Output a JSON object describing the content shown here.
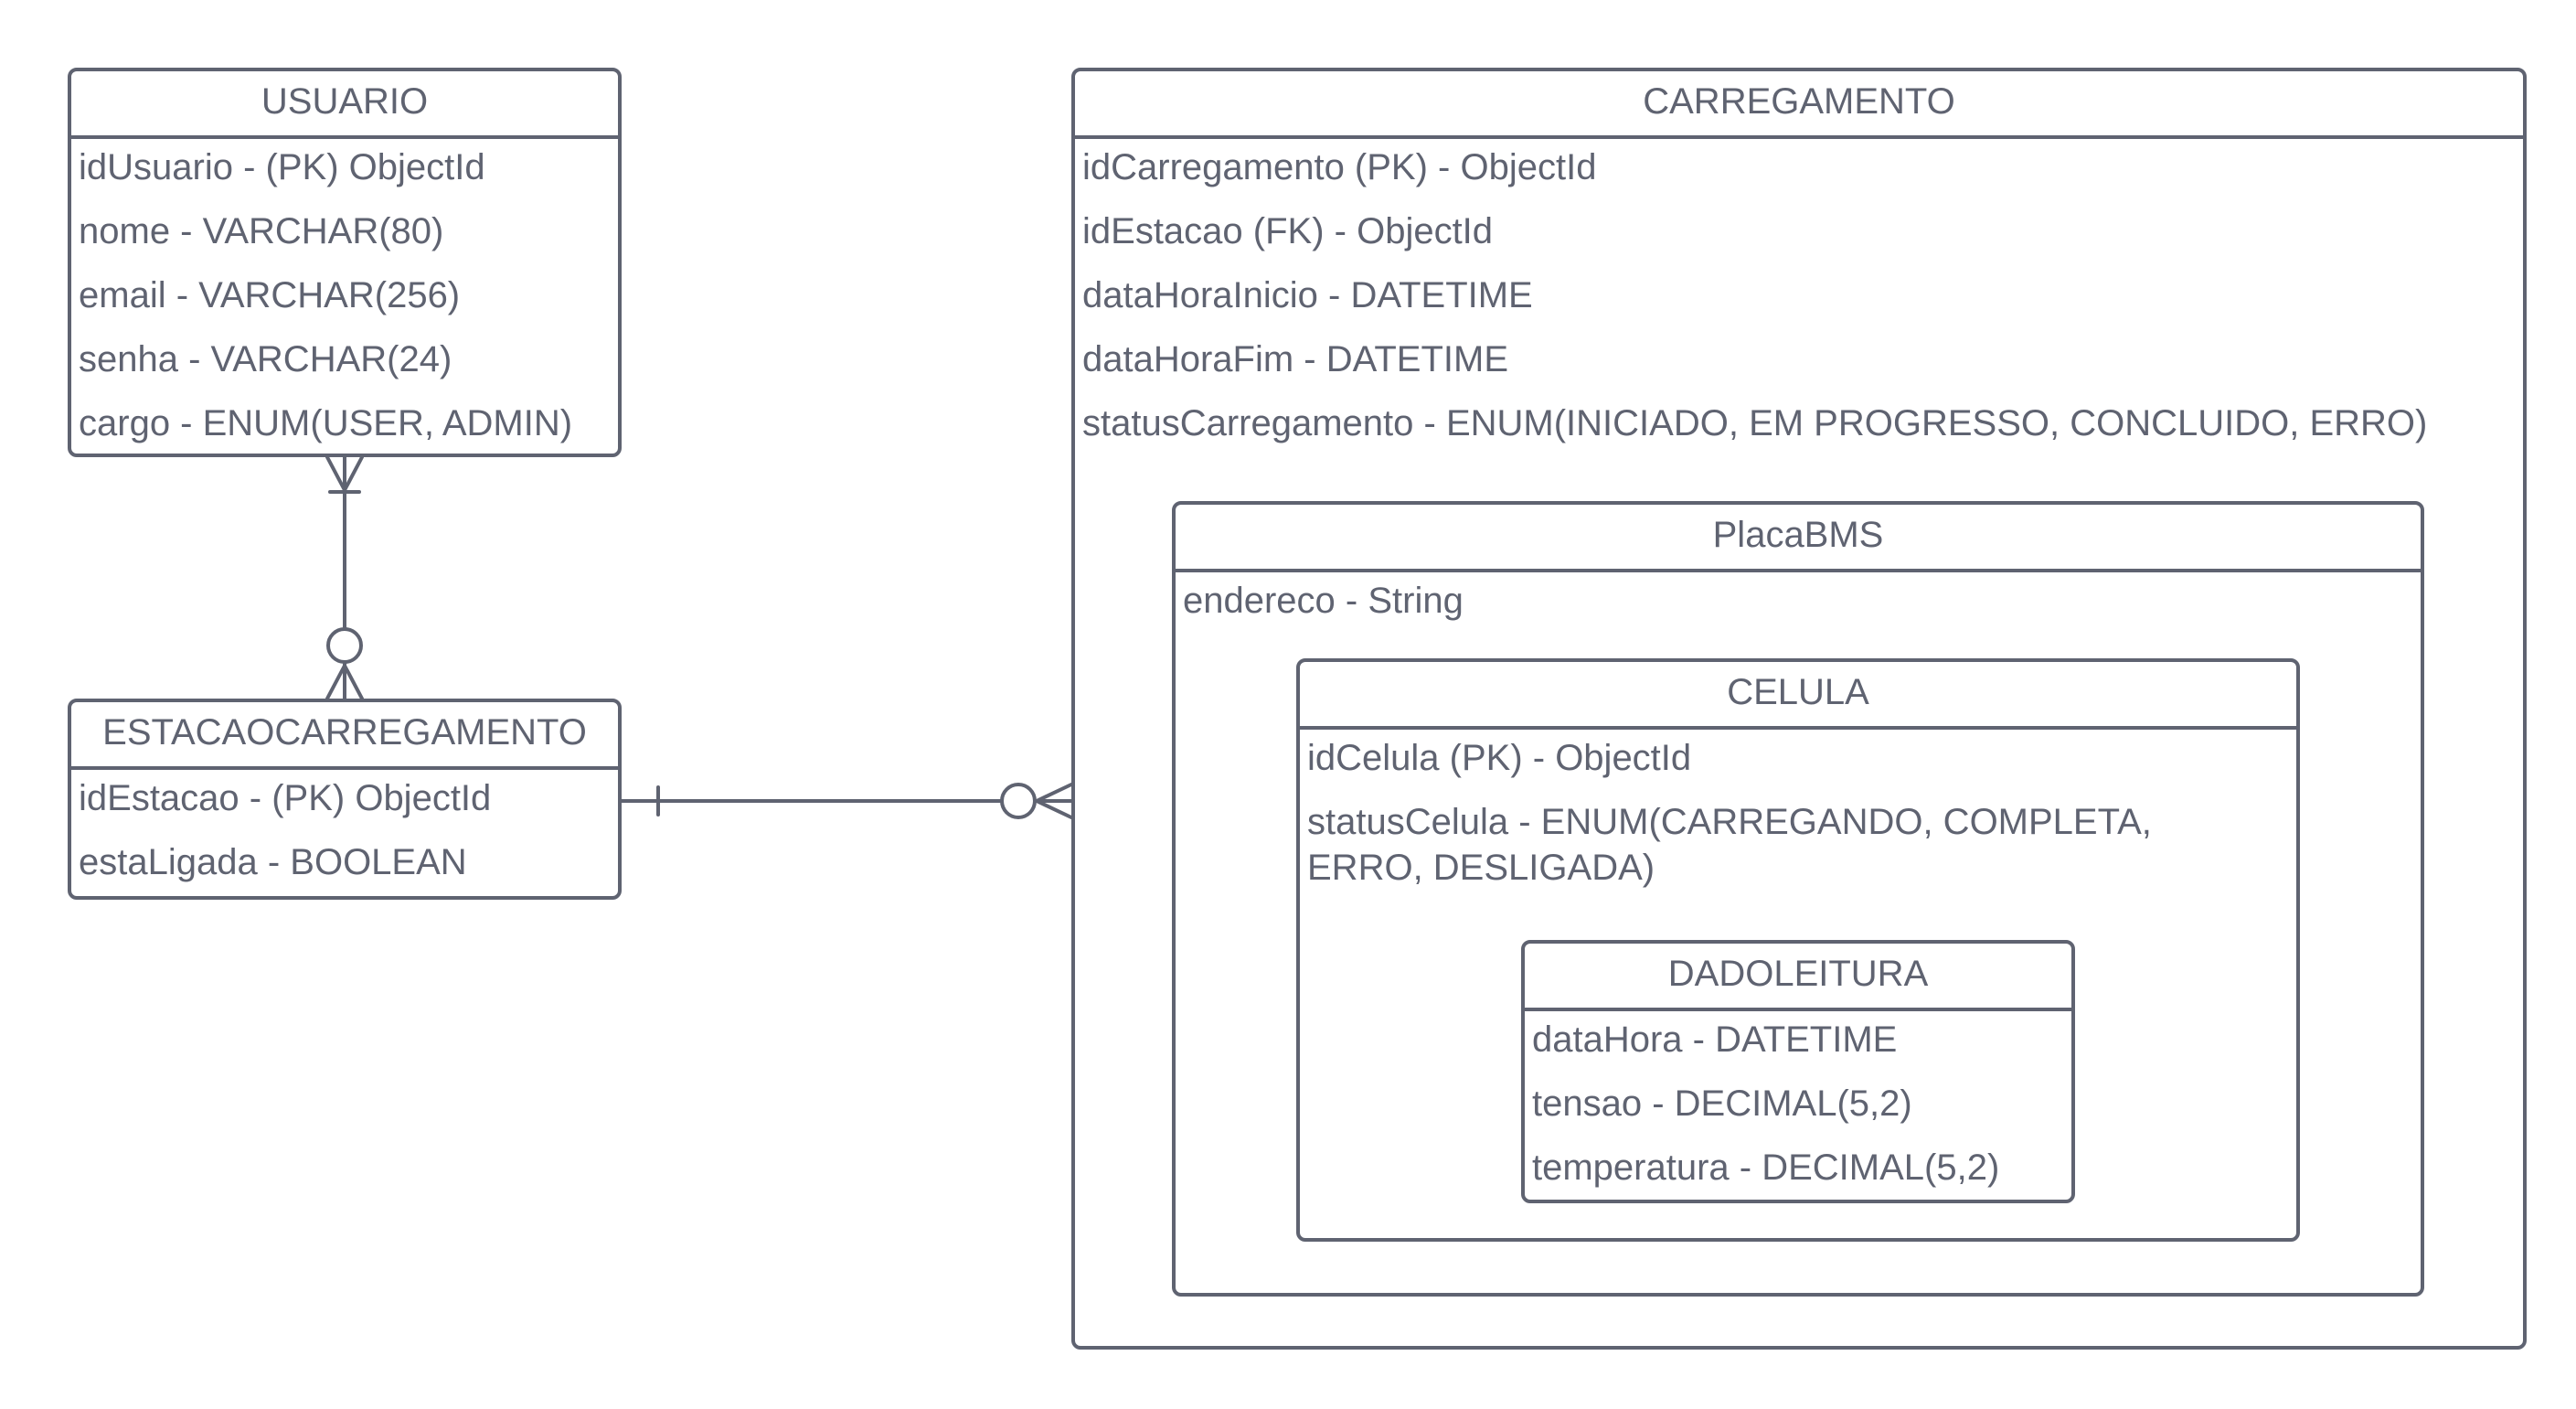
{
  "entities": {
    "usuario": {
      "title": "USUARIO",
      "attributes": [
        "idUsuario - (PK) ObjectId",
        "nome - VARCHAR(80)",
        "email - VARCHAR(256)",
        "senha - VARCHAR(24)",
        "cargo - ENUM(USER, ADMIN)"
      ]
    },
    "estacao": {
      "title": "ESTACAOCARREGAMENTO",
      "attributes": [
        "idEstacao - (PK) ObjectId",
        "estaLigada - BOOLEAN"
      ]
    },
    "carregamento": {
      "title": "CARREGAMENTO",
      "attributes": [
        "idCarregamento (PK) - ObjectId",
        "idEstacao  (FK) - ObjectId",
        "dataHoraInicio - DATETIME",
        "dataHoraFim - DATETIME",
        "statusCarregamento - ENUM(INICIADO, EM PROGRESSO, CONCLUIDO, ERRO)"
      ]
    },
    "placabms": {
      "title": "PlacaBMS",
      "attributes": [
        "endereco - String"
      ]
    },
    "celula": {
      "title": "CELULA",
      "attributes": [
        "idCelula (PK) - ObjectId",
        "statusCelula - ENUM(CARREGANDO, COMPLETA, ERRO, DESLIGADA)"
      ]
    },
    "dadoleitura": {
      "title": "DADOLEITURA",
      "attributes": [
        "dataHora - DATETIME",
        "tensao - DECIMAL(5,2)",
        "temperatura - DECIMAL(5,2)"
      ]
    }
  },
  "relationships": [
    {
      "from": "USUARIO",
      "to": "ESTACAOCARREGAMENTO",
      "from_cardinality": "one-or-many",
      "to_cardinality": "zero-or-many"
    },
    {
      "from": "ESTACAOCARREGAMENTO",
      "to": "CARREGAMENTO",
      "from_cardinality": "one",
      "to_cardinality": "zero-or-many"
    }
  ],
  "colors": {
    "stroke": "#5f6371",
    "text": "#5f6371",
    "background": "#ffffff"
  }
}
